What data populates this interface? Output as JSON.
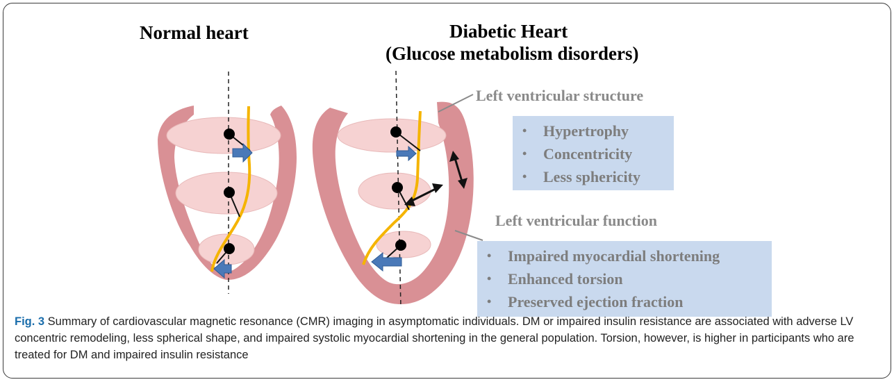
{
  "figure": {
    "left_title": "Normal heart",
    "right_title_line1": "Diabetic Heart",
    "right_title_line2": "(Glucose metabolism disorders)",
    "structure_label": "Left ventricular structure",
    "structure_items": [
      "Hypertrophy",
      "Concentricity",
      "Less sphericity"
    ],
    "function_label": "Left ventricular function",
    "function_items": [
      "Impaired myocardial shortening",
      "Enhanced torsion",
      "Preserved ejection fraction"
    ],
    "bullet": "•",
    "colors": {
      "myocardium": "#d99095",
      "slice": "#f6d2d2",
      "fiber": "#f5b400",
      "arrow": "#4a79b8",
      "box": "#c9d9ee",
      "label_gray": "#8a8a8a",
      "caption_label": "#1a6dab"
    }
  },
  "caption": {
    "label": "Fig. 3",
    "text": " Summary of cardiovascular magnetic resonance (CMR) imaging in asymptomatic individuals. DM or impaired insulin resistance are associated with adverse LV concentric remodeling, less spherical shape, and impaired systolic myocardial shortening in the general population. Torsion, however, is higher in participants who are treated for DM and impaired insulin resistance"
  }
}
